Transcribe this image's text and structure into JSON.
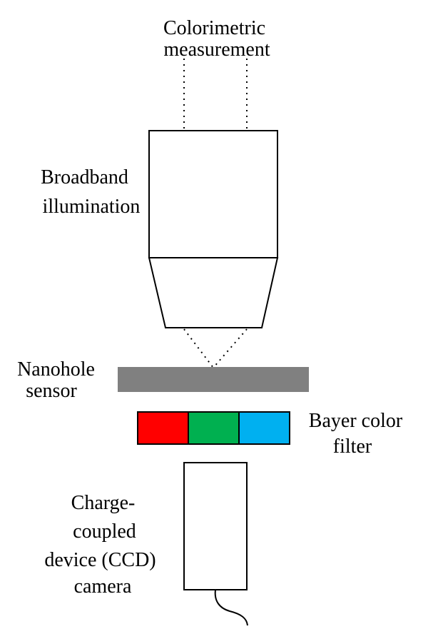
{
  "labels": {
    "colorimetric": [
      "Colorimetric",
      "measurement"
    ],
    "broadband": [
      "Broadband",
      "illumination"
    ],
    "nanohole": [
      "Nanohole",
      "sensor"
    ],
    "bayer": [
      "Bayer color",
      "filter"
    ],
    "ccd": [
      "Charge-",
      "coupled",
      "device (CCD)",
      "camera"
    ]
  },
  "colors": {
    "stroke": "#000000",
    "sensor_fill": "#808080",
    "filter_red": "#ff0000",
    "filter_green": "#00b050",
    "filter_blue": "#00b0f0"
  }
}
